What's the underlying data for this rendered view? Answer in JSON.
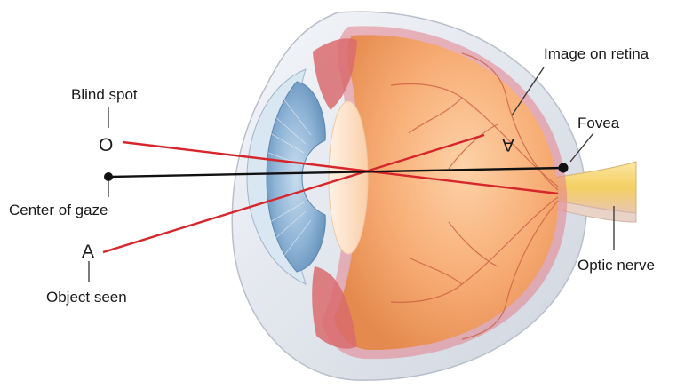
{
  "labels": {
    "blind_spot": "Blind spot",
    "center_of_gaze": "Center of gaze",
    "object_seen": "Object seen",
    "image_on_retina": "Image on retina",
    "fovea": "Fovea",
    "optic_nerve": "Optic nerve",
    "letter_o": "O",
    "letter_a": "A",
    "letter_a_inverted": "A"
  },
  "colors": {
    "ray": "#d7262b",
    "gaze_line": "#111111",
    "vitreous": "#f6a56d",
    "sclera": "#eef1f6",
    "iris": "#7ea8cc",
    "lens": "#fde4cf",
    "optic_nerve": "#f7d77a"
  }
}
